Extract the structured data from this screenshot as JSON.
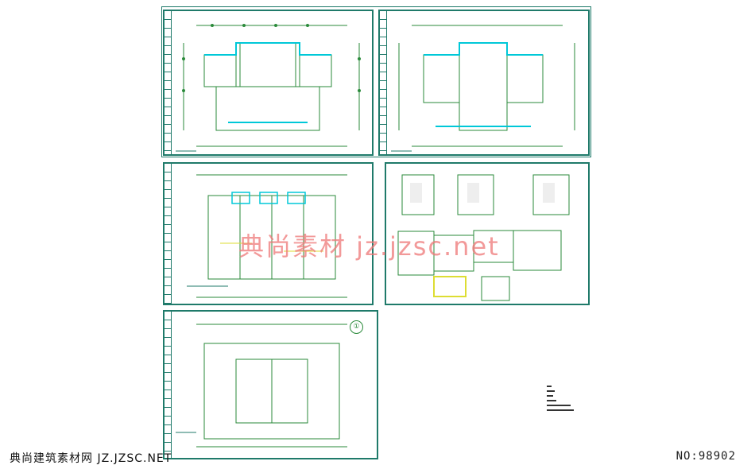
{
  "watermark": {
    "text": "典尚素材 jz.jzsc.net"
  },
  "footer": {
    "left_text": "典尚建筑素材网 JZ.JZSC.NET",
    "right_text": "NO:98902"
  },
  "sheet5": {
    "circle_label": "①"
  },
  "colors": {
    "frame": "#1f7a6a",
    "walls": "#2a8a3a",
    "cyan": "#00c8d8",
    "watermark": "#ee7777"
  }
}
